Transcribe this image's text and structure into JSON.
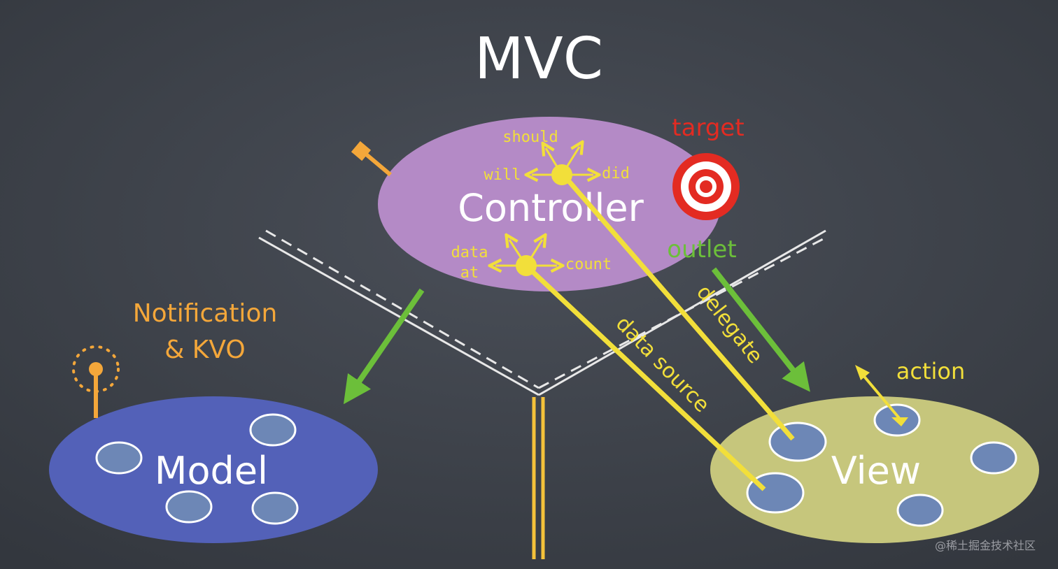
{
  "title": "MVC",
  "controller": {
    "label": "Controller",
    "should": "should",
    "will": "will",
    "did": "did",
    "data_at_line1": "data",
    "data_at_line2": "at",
    "count": "count"
  },
  "model": {
    "label": "Model"
  },
  "view": {
    "label": "View"
  },
  "labels": {
    "target": "target",
    "outlet": "outlet",
    "delegate": "delegate",
    "data_source": "data source",
    "action": "action",
    "notification_line1": "Notification",
    "notification_line2": "& KVO"
  },
  "watermark": "@稀土掘金技术社区",
  "colors": {
    "background": "#3c4048",
    "controller": "#b48ac6",
    "model": "#5361b8",
    "view": "#c6c67c",
    "subview": "#6d87b6",
    "yellow": "#f2df3a",
    "green": "#6cbf3a",
    "orange": "#f4a73a",
    "red": "#e32b22",
    "chalk_white": "#f2f2f2"
  }
}
